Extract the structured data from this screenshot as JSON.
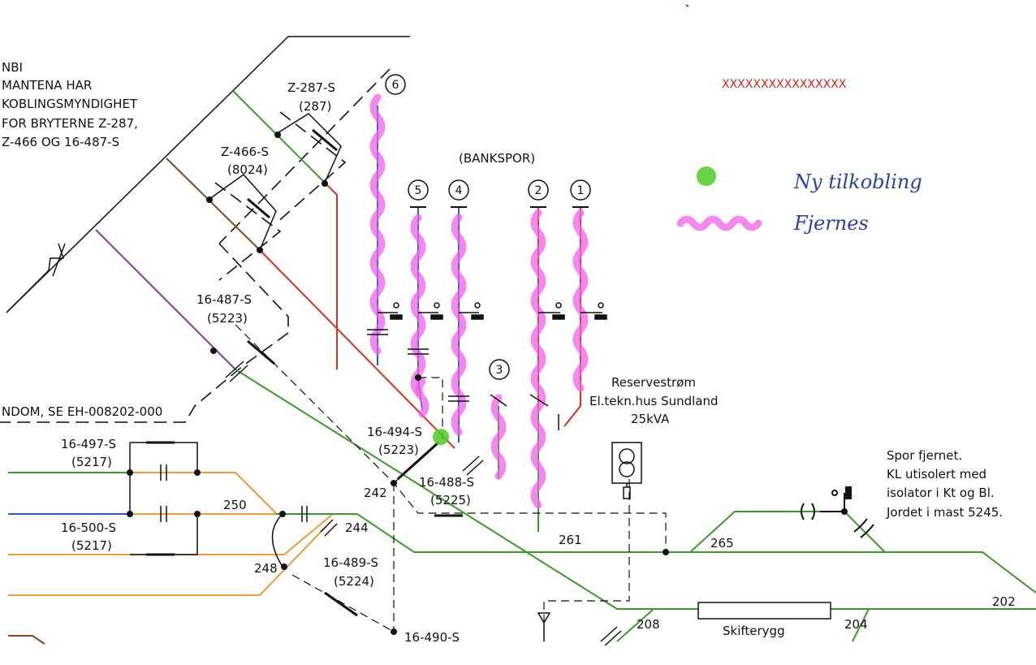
{
  "note": {
    "lines": [
      "NBI",
      "MANTENA HAR",
      "KOBLINGSMYNDIGHET",
      "FOR BRYTERNE Z-287,",
      "Z-466 OG 16-487-S"
    ]
  },
  "switches": {
    "z287": {
      "name": "Z-287-S",
      "num": "(287)"
    },
    "z466": {
      "name": "Z-466-S",
      "num": "(8024)"
    },
    "s16487": {
      "name": "16-487-S",
      "num": "(5223)"
    },
    "s16494": {
      "name": "16-494-S",
      "num": "(5223)"
    },
    "s16488": {
      "name": "16-488-S",
      "num": "(5225)"
    },
    "s16497": {
      "name": "16-497-S",
      "num": "(5217)"
    },
    "s16500": {
      "name": "16-500-S",
      "num": "(5217)"
    },
    "s16489": {
      "name": "16-489-S",
      "num": "(5224)"
    },
    "s16490": {
      "name": "16-490-S"
    }
  },
  "property_note": "NDOM, SE EH-008202-000",
  "bankspor": "(BANKSPOR)",
  "track_numbers": [
    "6",
    "5",
    "4",
    "2",
    "1",
    "3"
  ],
  "track_ids": {
    "t250": "250",
    "t242": "242",
    "t244": "244",
    "t248": "248",
    "t261": "261",
    "t265": "265",
    "t208": "208",
    "t204": "204",
    "t202": "202"
  },
  "reserve": {
    "line1": "Reservestrøm",
    "line2": "El.tekn.hus Sundland",
    "line3": "25kVA"
  },
  "spor_note": [
    "Spor fjernet.",
    "KL utisolert med",
    "isolator i Kt og Bl.",
    "Jordet i mast 5245."
  ],
  "building": "Skifterygg",
  "legend": {
    "red_marker": "XXXXXXXXXXXXXXXX",
    "new_connection": "Ny tilkobling",
    "remove": "Fjernes"
  },
  "colors": {
    "green": "#3a9a2a",
    "red": "#d8321e",
    "orange": "#f09a3a",
    "blue": "#2a5ad8",
    "purple": "#7a3aa8",
    "brown": "#7a4a2a",
    "pink": "#f060e8",
    "new_dot": "#4ccc22"
  }
}
